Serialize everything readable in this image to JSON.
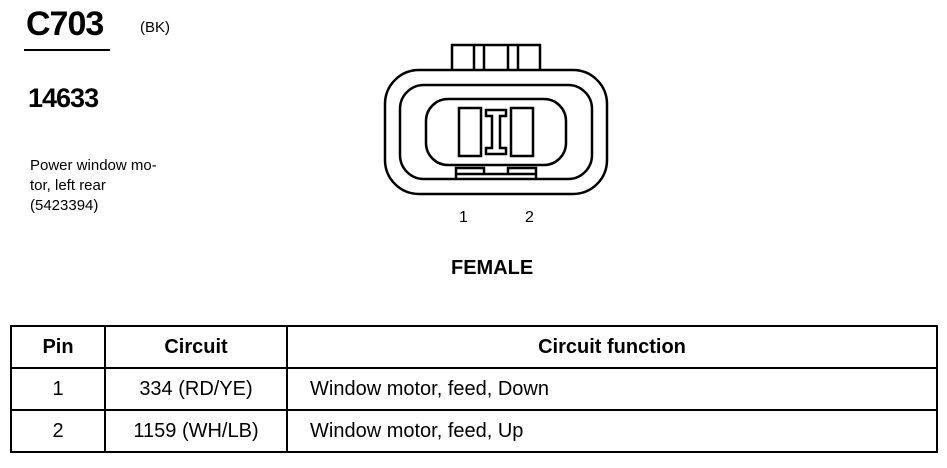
{
  "connector": {
    "id": "C703",
    "color_code": "(BK)",
    "part_number": "14633",
    "description_lines": [
      "Power window mo-",
      "tor, left rear",
      "(5423394)"
    ]
  },
  "diagram": {
    "pin_labels": [
      "1",
      "2"
    ],
    "view": "FEMALE"
  },
  "table": {
    "headers": [
      "Pin",
      "Circuit",
      "Circuit function"
    ],
    "rows": [
      {
        "pin": "1",
        "circuit": "334 (RD/YE)",
        "function": "Window motor, feed, Down"
      },
      {
        "pin": "2",
        "circuit": "1159 (WH/LB)",
        "function": "Window motor, feed, Up"
      }
    ]
  }
}
